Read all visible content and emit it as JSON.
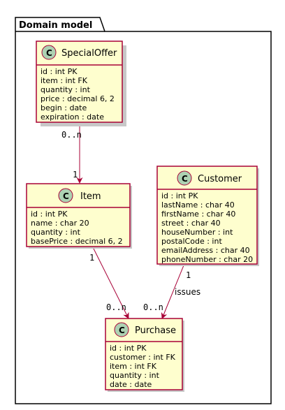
{
  "package": {
    "title": "Domain model"
  },
  "colors": {
    "class_fill": "#fefece",
    "class_border": "#a80036",
    "edge": "#a80036",
    "circle_fill": "#add1b2",
    "shadow": "#c8c8c8"
  },
  "classes": {
    "special_offer": {
      "name": "SpecialOffer",
      "attributes": [
        "id : int PK",
        "item : int FK",
        "quantity : int",
        "price : decimal 6, 2",
        "begin : date",
        "expiration : date"
      ]
    },
    "item": {
      "name": "Item",
      "attributes": [
        "id : int PK",
        "name : char 20",
        "quantity : int",
        "basePrice : decimal 6, 2"
      ]
    },
    "customer": {
      "name": "Customer",
      "attributes": [
        "id : int PK",
        "lastName : char 40",
        "firstName : char 40",
        "street : char 40",
        "houseNumber : int",
        "postalCode : int",
        "emailAddress : char 40",
        "phoneNumber : char 20"
      ]
    },
    "purchase": {
      "name": "Purchase",
      "attributes": [
        "id : int PK",
        "customer : int FK",
        "item : int FK",
        "quantity : int",
        "date : date"
      ]
    }
  },
  "relations": {
    "offer_item": {
      "from_mult": "0..n",
      "to_mult": "1"
    },
    "item_purchase": {
      "from_mult": "1",
      "to_mult": "0..n"
    },
    "customer_purchase": {
      "from_mult": "1",
      "to_mult": "0..n",
      "label": "issues"
    }
  }
}
